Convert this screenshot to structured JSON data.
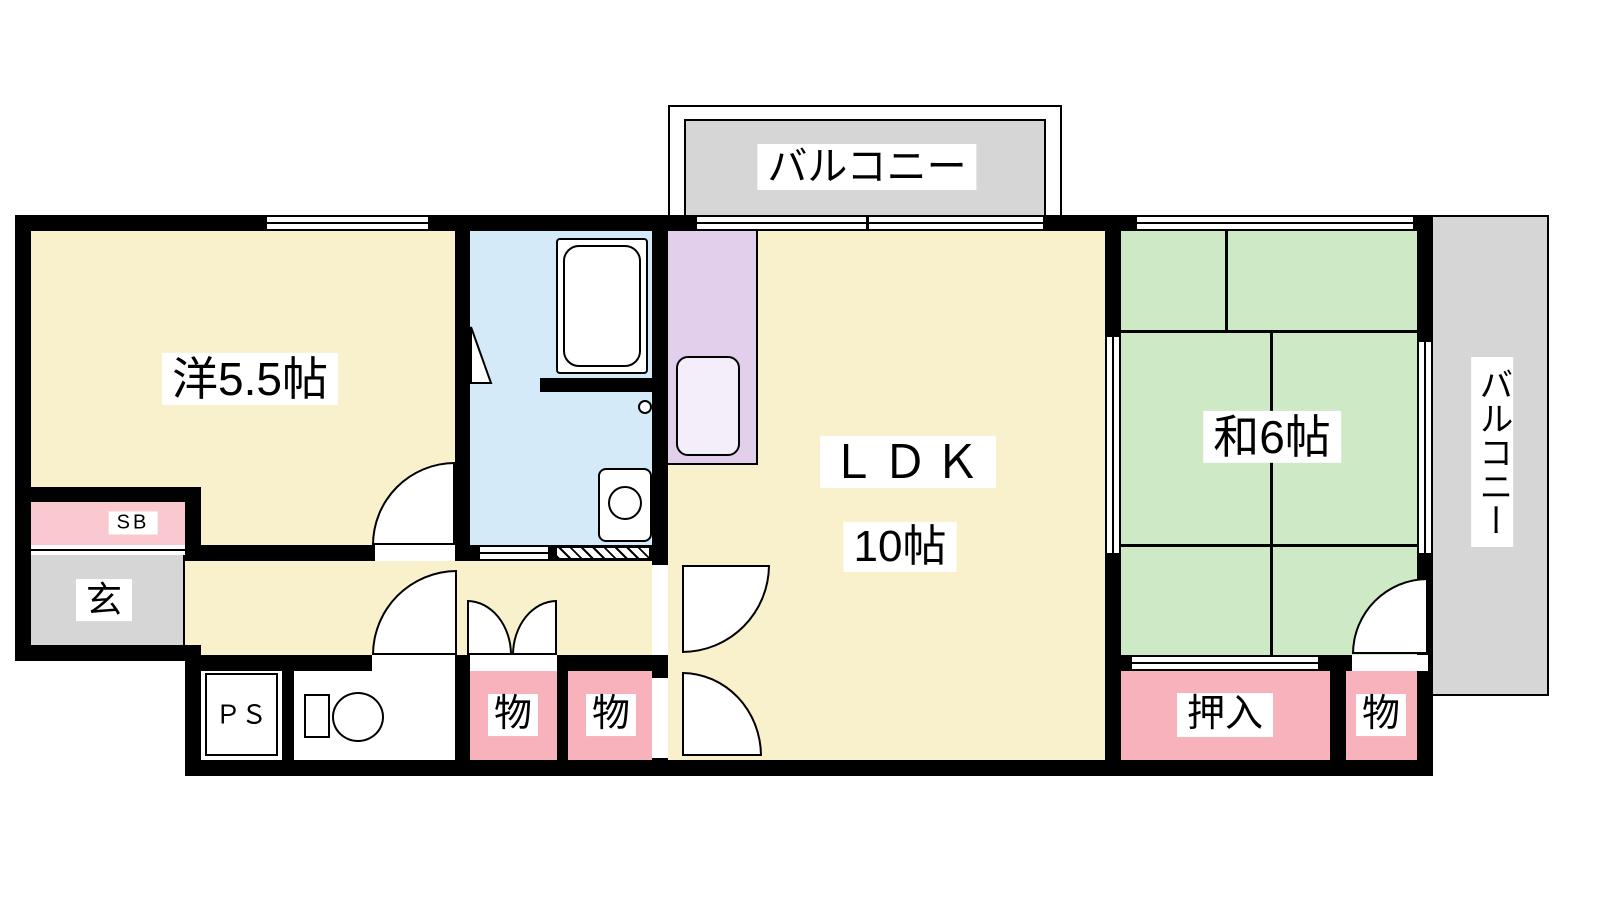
{
  "floor_plan": {
    "balconies": {
      "top_label": "バルコニー",
      "right_label": "バルコニー"
    },
    "rooms": {
      "western": {
        "label": "洋5.5帖"
      },
      "ldk": {
        "name": "ＬＤＫ",
        "size": "10帖"
      },
      "japanese": {
        "label": "和6帖"
      },
      "entrance": {
        "label": "玄",
        "shoe_box_label": "SB"
      },
      "pipe_space": {
        "label": "ＰＳ"
      },
      "storages": {
        "hall_a": "物",
        "hall_b": "物",
        "japanese_side": "物",
        "oshiire": "押入"
      }
    },
    "palette": {
      "wall": "#000000",
      "floor_cream": "#f9f0cc",
      "tatami_green": "#cde9c6",
      "water_blue": "#d4eaf8",
      "closet_pink": "#f8b2bc",
      "shoe_box_pink": "#f9c9cf",
      "kitchen_lavender": "#e2cfec",
      "balcony_gray": "#d6d6d6",
      "background": "#ffffff"
    }
  }
}
